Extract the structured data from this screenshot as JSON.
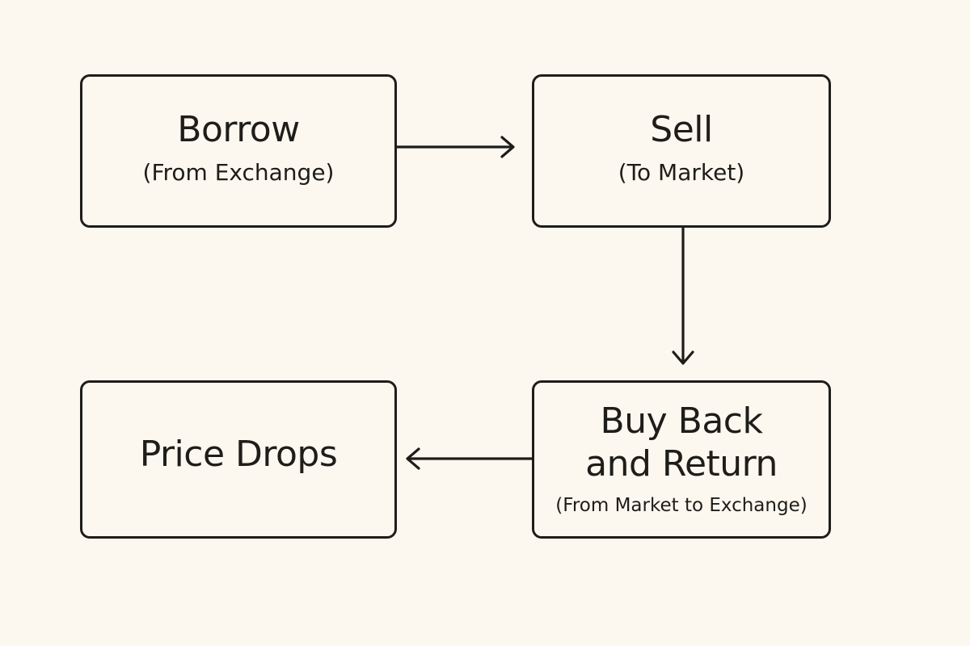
{
  "colors": {
    "background": "#fcf8ef",
    "stroke": "#1f1d1a"
  },
  "nodes": {
    "borrow": {
      "title": "Borrow",
      "subtitle": "(From Exchange)"
    },
    "sell": {
      "title": "Sell",
      "subtitle": "(To Market)"
    },
    "buy_back": {
      "title_line1": "Buy Back",
      "title_line2": "and Return",
      "subtitle": "(From Market to Exchange)"
    },
    "price_drops": {
      "title": "Price Drops"
    }
  },
  "edges": [
    {
      "from": "borrow",
      "to": "sell"
    },
    {
      "from": "sell",
      "to": "buy_back"
    },
    {
      "from": "buy_back",
      "to": "price_drops"
    }
  ]
}
